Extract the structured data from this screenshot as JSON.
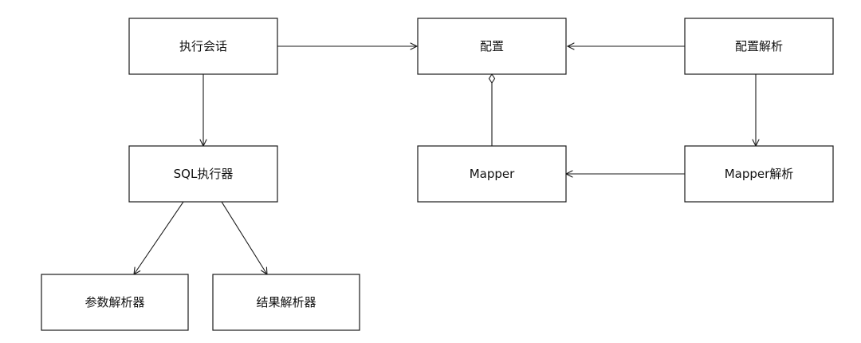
{
  "nodes": {
    "session": "执行会话",
    "config": "配置",
    "config_parser": "配置解析",
    "sql_executor": "SQL执行器",
    "mapper": "Mapper",
    "mapper_parser": "Mapper解析",
    "param_parser": "参数解析器",
    "result_parser": "结果解析器"
  },
  "edges": [
    {
      "from": "session",
      "to": "config",
      "type": "arrow"
    },
    {
      "from": "config_parser",
      "to": "config",
      "type": "arrow"
    },
    {
      "from": "session",
      "to": "sql_executor",
      "type": "arrow"
    },
    {
      "from": "config_parser",
      "to": "mapper_parser",
      "type": "arrow"
    },
    {
      "from": "mapper_parser",
      "to": "mapper",
      "type": "arrow"
    },
    {
      "from": "mapper",
      "to": "config",
      "type": "aggregation"
    },
    {
      "from": "sql_executor",
      "to": "param_parser",
      "type": "arrow"
    },
    {
      "from": "sql_executor",
      "to": "result_parser",
      "type": "arrow"
    }
  ]
}
